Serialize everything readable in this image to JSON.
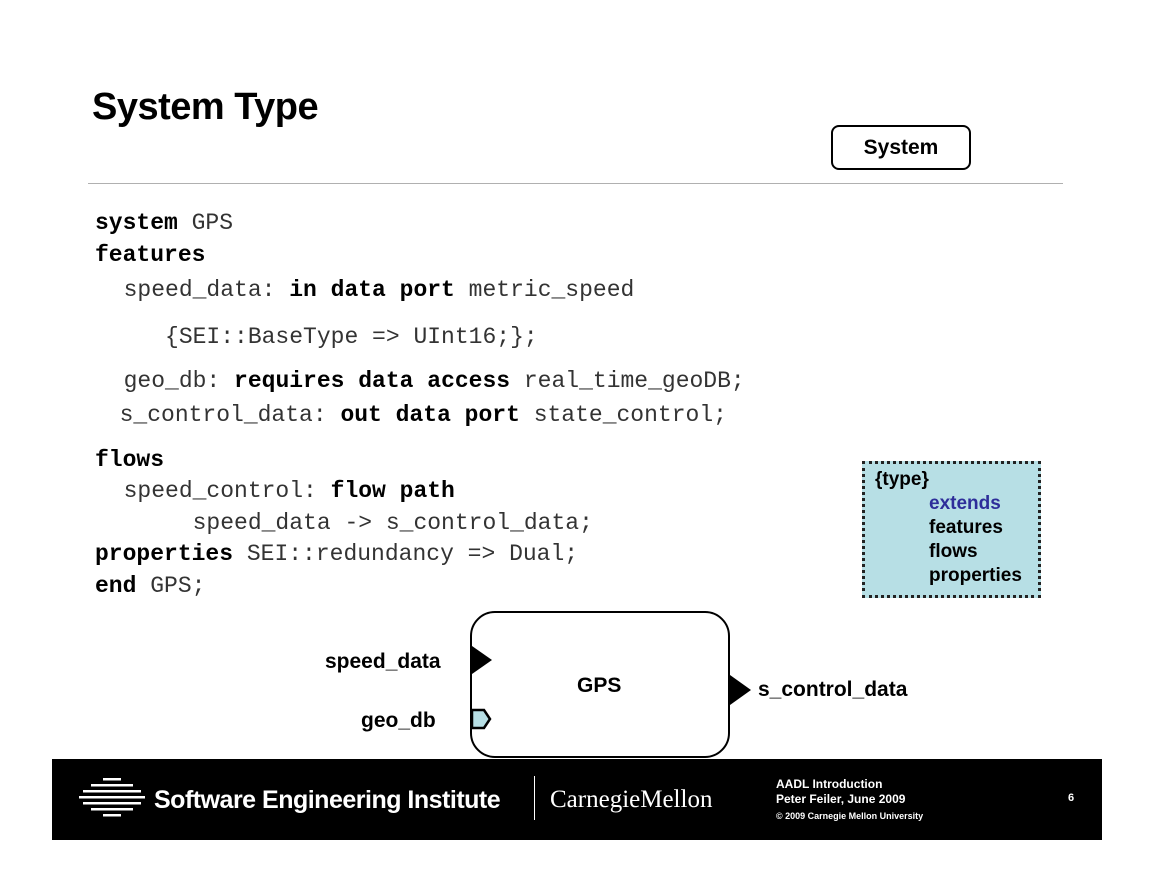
{
  "slide": {
    "title": "System Type",
    "category": "System"
  },
  "code_lines": [
    {
      "parts": [
        {
          "t": "system",
          "b": true
        },
        {
          "t": " GPS",
          "b": false
        }
      ]
    },
    {
      "parts": [
        {
          "t": "features",
          "b": true
        }
      ]
    },
    {
      "parts": [
        {
          "t": "  speed_data: ",
          "b": false
        },
        {
          "t": "in data port",
          "b": true
        },
        {
          "t": " metric_speed",
          "b": false
        }
      ]
    },
    {
      "parts": [
        {
          "t": "     {SEI::BaseType => UInt16;};",
          "b": false
        }
      ]
    },
    {
      "parts": [
        {
          "t": "  geo_db: ",
          "b": false
        },
        {
          "t": "requires data access",
          "b": true
        },
        {
          "t": " real_time_geoDB;",
          "b": false
        }
      ]
    },
    {
      "parts": [
        {
          "t": "  s_control_data: ",
          "b": false
        },
        {
          "t": "out data port",
          "b": true
        },
        {
          "t": " state_control;",
          "b": false
        }
      ]
    },
    {
      "parts": [
        {
          "t": "flows",
          "b": true
        }
      ]
    },
    {
      "parts": [
        {
          "t": "  speed_control: ",
          "b": false
        },
        {
          "t": "flow path",
          "b": true
        }
      ]
    },
    {
      "parts": [
        {
          "t": "       speed_data -> s_control_data;",
          "b": false
        }
      ]
    },
    {
      "parts": [
        {
          "t": "properties",
          "b": true
        },
        {
          "t": " SEI::redundancy => Dual;",
          "b": false
        }
      ]
    },
    {
      "parts": [
        {
          "t": "end",
          "b": true
        },
        {
          "t": " GPS;",
          "b": false
        }
      ]
    }
  ],
  "legend": {
    "heading": "{type}",
    "items": [
      "extends",
      "features",
      "flows",
      "properties"
    ],
    "highlight_color": "#2e2e9a",
    "background": "#b7dfe5"
  },
  "diagram": {
    "component": "GPS",
    "in_port": "speed_data",
    "access_port": "geo_db",
    "out_port": "s_control_data"
  },
  "footer": {
    "institute": "Software Engineering Institute",
    "university": "CarnegieMellon",
    "course": "AADL Introduction",
    "author": "Peter Feiler, June 2009",
    "copyright": "© 2009 Carnegie Mellon University",
    "page_number": "6"
  }
}
